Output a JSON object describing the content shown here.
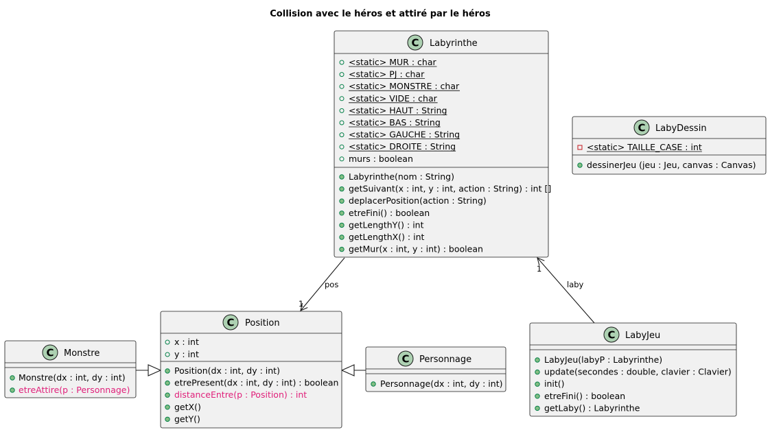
{
  "title": "Collision avec le héros et attiré par le héros",
  "classes": {
    "labyrinthe": {
      "name": "Labyrinthe",
      "attributes": [
        "<static> MUR : char",
        "<static> PJ : char",
        "<static> MONSTRE : char",
        "<static> VIDE : char",
        "<static> HAUT : String",
        "<static> BAS : String",
        "<static> GAUCHE : String",
        "<static> DROITE : String",
        "murs : boolean"
      ],
      "methods": [
        "Labyrinthe(nom : String)",
        "getSuivant(x : int, y : int, action : String) : int []",
        "deplacerPosition(action : String)",
        "etreFini() : boolean",
        "getLengthY() : int",
        "getLengthX() : int",
        "getMur(x : int, y : int) : boolean"
      ]
    },
    "labyDessin": {
      "name": "LabyDessin",
      "attributes": [
        "<static> TAILLE_CASE : int"
      ],
      "methods": [
        "dessinerJeu (jeu : Jeu, canvas : Canvas)"
      ]
    },
    "position": {
      "name": "Position",
      "attributes": [
        "x : int",
        "y : int"
      ],
      "methods": [
        "Position(dx : int, dy : int)",
        "etrePresent(dx : int, dy : int) : boolean",
        "distanceEntre(p : Position) : int",
        "getX()",
        "getY()"
      ]
    },
    "monstre": {
      "name": "Monstre",
      "attributes": [],
      "methods": [
        "Monstre(dx : int, dy : int)",
        "etreAttire(p : Personnage)"
      ]
    },
    "personnage": {
      "name": "Personnage",
      "attributes": [],
      "methods": [
        "Personnage(dx : int, dy : int)"
      ]
    },
    "labyJeu": {
      "name": "LabyJeu",
      "attributes": [],
      "methods": [
        "LabyJeu(labyP : Labyrinthe)",
        "update(secondes : double, clavier : Clavier)",
        "init()",
        "etreFini() : boolean",
        "getLaby() : Labyrinthe"
      ]
    }
  },
  "relations": {
    "pos": {
      "label": "pos",
      "multiplicity": "1"
    },
    "laby": {
      "label": "laby",
      "multiplicity": "1"
    }
  },
  "colors": {
    "class_fill": "#f1f1f1",
    "badge_fill": "#add1b2",
    "highlight": "#e0207a",
    "public_method": "#84be84",
    "private_attr": "#c82930"
  }
}
